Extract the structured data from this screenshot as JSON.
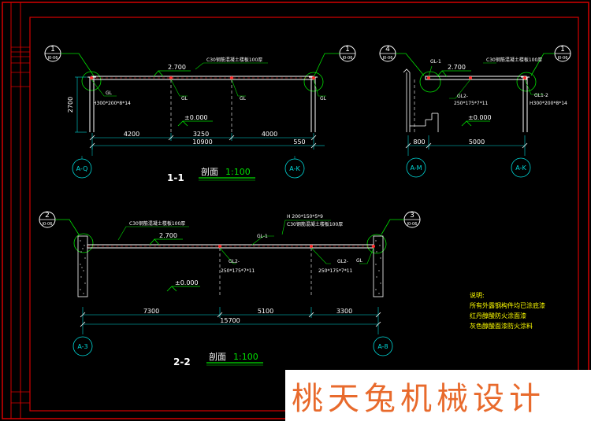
{
  "section_1": {
    "callout_left": {
      "num": "1",
      "ref": "J0-06"
    },
    "callout_right": {
      "num": "1",
      "ref": "J0-06"
    },
    "slab_note": "C30钢筋混凝土楼板100厚",
    "level_top": "2.700",
    "level_base": "±0.000",
    "height": "2700",
    "col_label": "H300*200*8*14",
    "gl_left": "GL",
    "gl_mid1": "GL",
    "gl_mid2": "GL",
    "gl_right": "GL",
    "dims": [
      "4200",
      "3250",
      "4000"
    ],
    "total": "10900",
    "extra": "550",
    "axis_left": "A-Q",
    "axis_right": "A-K",
    "title": "1-1",
    "scale_label": "剖面",
    "scale": "1:100"
  },
  "section_4": {
    "callout_left": {
      "num": "4",
      "ref": "J0-06"
    },
    "callout_right": {
      "num": "1",
      "ref": "J0-06"
    },
    "slab_note": "C30钢筋混凝土楼板100厚",
    "level_top": "2.700",
    "level_base": "±0.000",
    "gl1": "GL-1",
    "gl2": "GL2-",
    "gl2_size": "250*175*7*11",
    "gl12": "GL1-2",
    "col_label": "H300*200*8*14",
    "dims": [
      "800",
      "5000"
    ],
    "axis_left": "A-M",
    "axis_right": "A-K"
  },
  "section_2": {
    "callout_left": {
      "num": "2",
      "ref": "J0-06"
    },
    "callout_right": {
      "num": "3",
      "ref": "J0-06"
    },
    "slab_note": "C30钢筋混凝土楼板100厚",
    "beam_note_h": "H 200*150*5*9",
    "slab_note_2": "C30钢筋混凝土楼板100厚",
    "level_top": "2.700",
    "level_base": "±0.000",
    "gl1": "GL-1",
    "gl2_left": "GL2-",
    "gl2_left_size": "250*175*7*11",
    "gl2_right": "GL2-",
    "gl2_right_size": "250*175*7*11",
    "gl_right": "GL",
    "dims": [
      "7300",
      "5100",
      "3300"
    ],
    "total": "15700",
    "axis_left": "A-3",
    "axis_right": "A-8",
    "title": "2-2",
    "scale_label": "剖面",
    "scale": "1:100"
  },
  "notes": {
    "heading": "说明:",
    "lines": [
      "所有外露钢构件均已涂底漆",
      "红丹醇酸防火涂面漆",
      "灰色醇酸面漆防火涂料"
    ]
  },
  "watermark": "桃天兔机械设计",
  "colors": {
    "frame": "#d40000",
    "line": "#ffffff",
    "dim": "#00d8d8",
    "leader": "#00e000",
    "text": "#ffffff",
    "note": "#ffff00",
    "red_mark": "#ff2a2a",
    "watermark": "#e86a2c"
  }
}
